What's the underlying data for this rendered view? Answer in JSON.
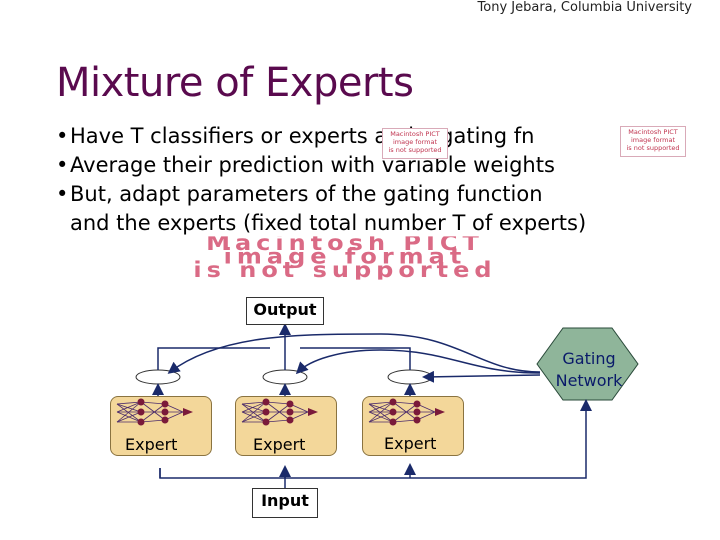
{
  "header": {
    "credit": "Tony Jebara, Columbia University"
  },
  "slide": {
    "title": "Mixture of Experts",
    "bullets": [
      {
        "text": "Have T classifiers or experts        and a gating fn"
      },
      {
        "text": "Average their prediction with variable weights"
      },
      {
        "text": "But, adapt parameters of the gating function"
      },
      {
        "text": "and the experts (fixed total number T of experts)"
      }
    ],
    "bullet_glyph": "•",
    "pict_placeholder": [
      "Macintosh PICT",
      "image format",
      "is not supported"
    ],
    "pict_banner": [
      "Macintosh PICT",
      "image format",
      "is not supported"
    ]
  },
  "diagram": {
    "output_label": "Output",
    "input_label": "Input",
    "gating_label": "Gating Network",
    "experts": [
      {
        "label": "Expert"
      },
      {
        "label": "Expert"
      },
      {
        "label": "Expert"
      }
    ],
    "colors": {
      "title": "#5a0a4e",
      "expert_fill": "#f3d79a",
      "gating_fill": "#8fb59a",
      "neuron_fill": "#7a1a3a",
      "arrow": "#1a2a6a"
    }
  }
}
